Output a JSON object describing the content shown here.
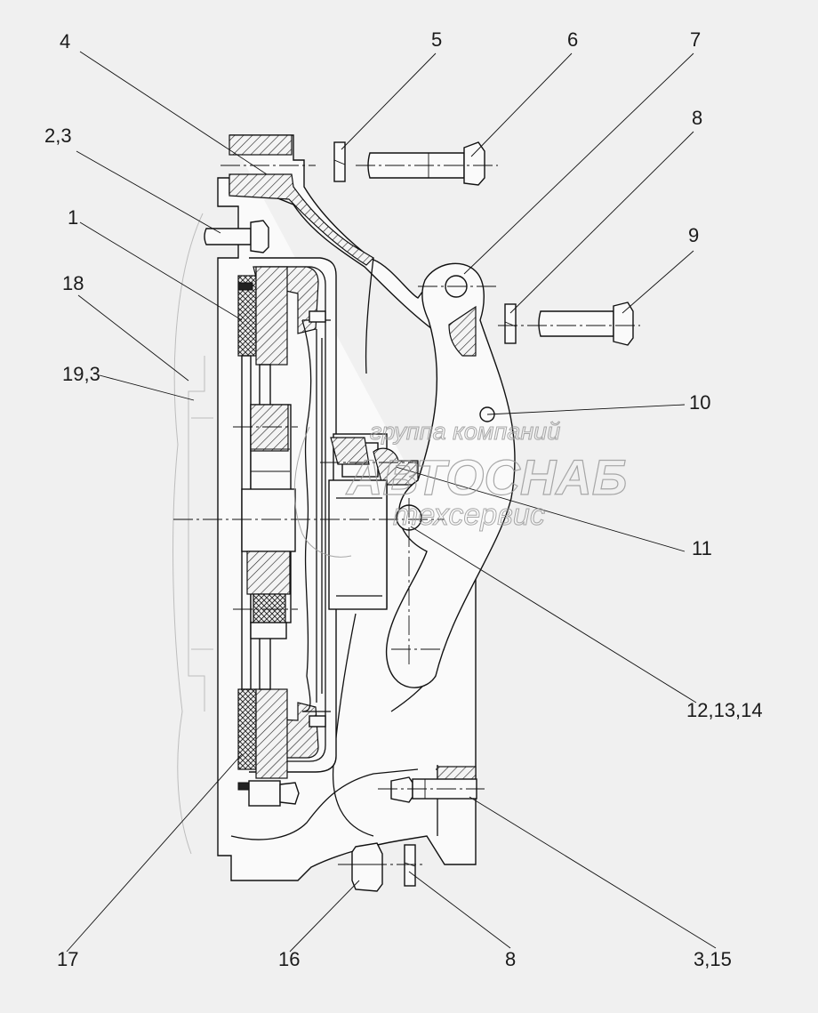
{
  "callouts": [
    {
      "id": "c4",
      "label": "4"
    },
    {
      "id": "c5",
      "label": "5"
    },
    {
      "id": "c6",
      "label": "6"
    },
    {
      "id": "c7",
      "label": "7"
    },
    {
      "id": "c8top",
      "label": "8"
    },
    {
      "id": "c23",
      "label": "2,3"
    },
    {
      "id": "c9",
      "label": "9"
    },
    {
      "id": "c1",
      "label": "1"
    },
    {
      "id": "c18",
      "label": "18"
    },
    {
      "id": "c193",
      "label": "19,3"
    },
    {
      "id": "c10",
      "label": "10"
    },
    {
      "id": "c11",
      "label": "11"
    },
    {
      "id": "c121314",
      "label": "12,13,14"
    },
    {
      "id": "c17",
      "label": "17"
    },
    {
      "id": "c16",
      "label": "16"
    },
    {
      "id": "c8bot",
      "label": "8"
    },
    {
      "id": "c315",
      "label": "3,15"
    }
  ],
  "watermark": {
    "line1": "группа компаний",
    "line2": "АВТОСНАБ",
    "line3": "техсервис"
  }
}
